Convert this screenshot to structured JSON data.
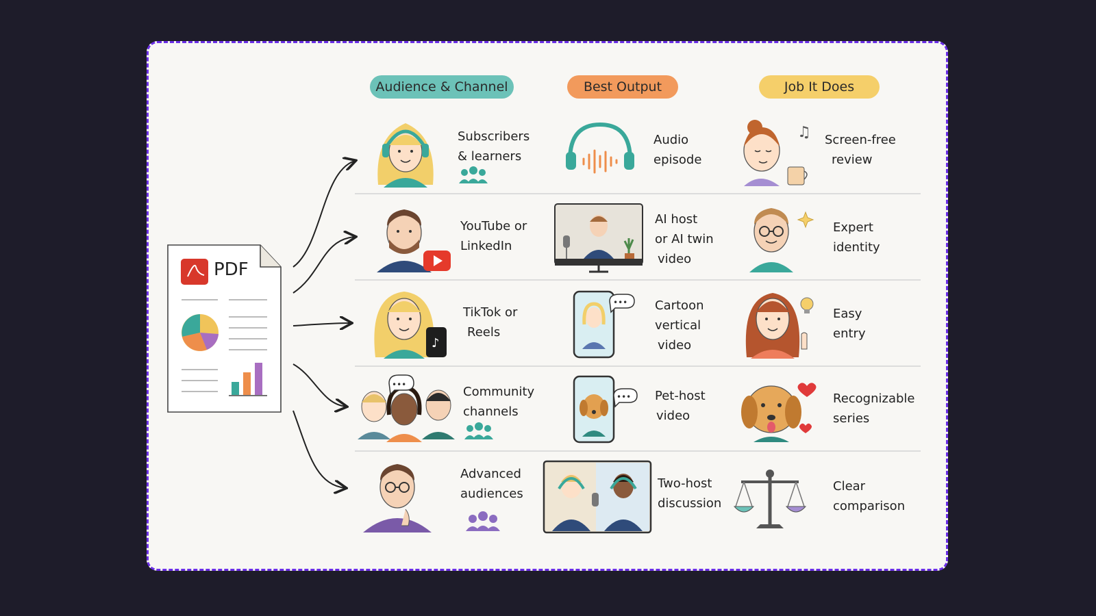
{
  "headers": {
    "audience": "Audience & Channel",
    "output": "Best Output",
    "job": "Job It Does"
  },
  "source": {
    "label": "PDF"
  },
  "rows": [
    {
      "audience": [
        "Subscribers",
        "& learners"
      ],
      "output": [
        "Audio",
        "episode"
      ],
      "job": [
        "Screen-free",
        "review"
      ]
    },
    {
      "audience": [
        "YouTube or",
        "LinkedIn"
      ],
      "output": [
        "AI host",
        "or AI twin",
        "video"
      ],
      "job": [
        "Expert",
        "identity"
      ]
    },
    {
      "audience": [
        "TikTok or",
        "Reels"
      ],
      "output": [
        "Cartoon",
        "vertical",
        "video"
      ],
      "job": [
        "Easy",
        "entry"
      ]
    },
    {
      "audience": [
        "Community",
        "channels"
      ],
      "output": [
        "Pet-host",
        "video"
      ],
      "job": [
        "Recognizable",
        "series"
      ]
    },
    {
      "audience": [
        "Advanced",
        "audiences"
      ],
      "output": [
        "Two-host",
        "discussion"
      ],
      "job": [
        "Clear",
        "comparison"
      ]
    }
  ],
  "colors": {
    "background": "#1e1c2a",
    "card": "#f8f7f4",
    "border": "#6a2ee6",
    "pill_audience": "#6cc2b8",
    "pill_output": "#f29a5c",
    "pill_job": "#f5cf6a"
  },
  "icons": {
    "row1": [
      "headphones-girl-icon",
      "headphones-waveform-icon",
      "relaxing-coffee-icon"
    ],
    "row2": [
      "bearded-man-youtube-icon",
      "ai-host-monitor-icon",
      "expert-glasses-icon"
    ],
    "row3": [
      "girl-tiktok-icon",
      "cartoon-phone-icon",
      "lightbulb-girl-icon"
    ],
    "row4": [
      "community-group-icon",
      "pet-host-phone-icon",
      "dog-hearts-icon"
    ],
    "row5": [
      "thinking-man-icon",
      "two-host-screen-icon",
      "balance-scale-icon"
    ]
  }
}
